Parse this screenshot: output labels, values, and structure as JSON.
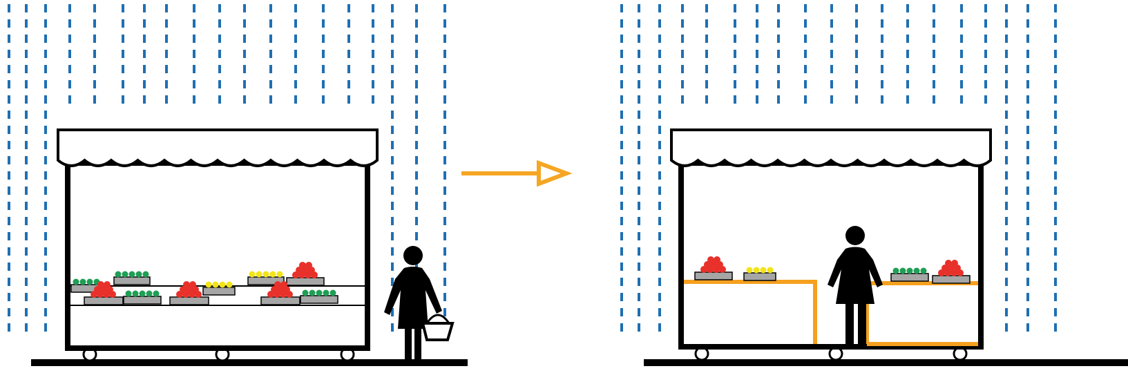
{
  "colors": {
    "rain": "#1f6fb2",
    "outline": "#000000",
    "tray": "#a6a6a6",
    "counter": "#f5a01f",
    "arrow": "#f5a623",
    "fruit_red": "#e8312a",
    "fruit_green": "#1f9e55",
    "fruit_yellow": "#f2e418",
    "awning": "#ffffff"
  },
  "panels": [
    {
      "id": "before",
      "description_state": "rain-falls-on-shopper",
      "counter_type": "tiered-shelves",
      "shopper_position": "outside-stall",
      "shopper_carries_basket": true,
      "produce": [
        "green",
        "green",
        "red",
        "red",
        "red",
        "yellow",
        "red",
        "green",
        "green"
      ]
    },
    {
      "id": "after",
      "description_state": "shopper-sheltered-inside",
      "counter_type": "wrap-around-counters",
      "shopper_position": "inside-stall",
      "shopper_carries_basket": false,
      "produce": [
        "red",
        "yellow",
        "green",
        "red"
      ]
    }
  ],
  "transition": {
    "icon": "right-arrow-icon"
  }
}
